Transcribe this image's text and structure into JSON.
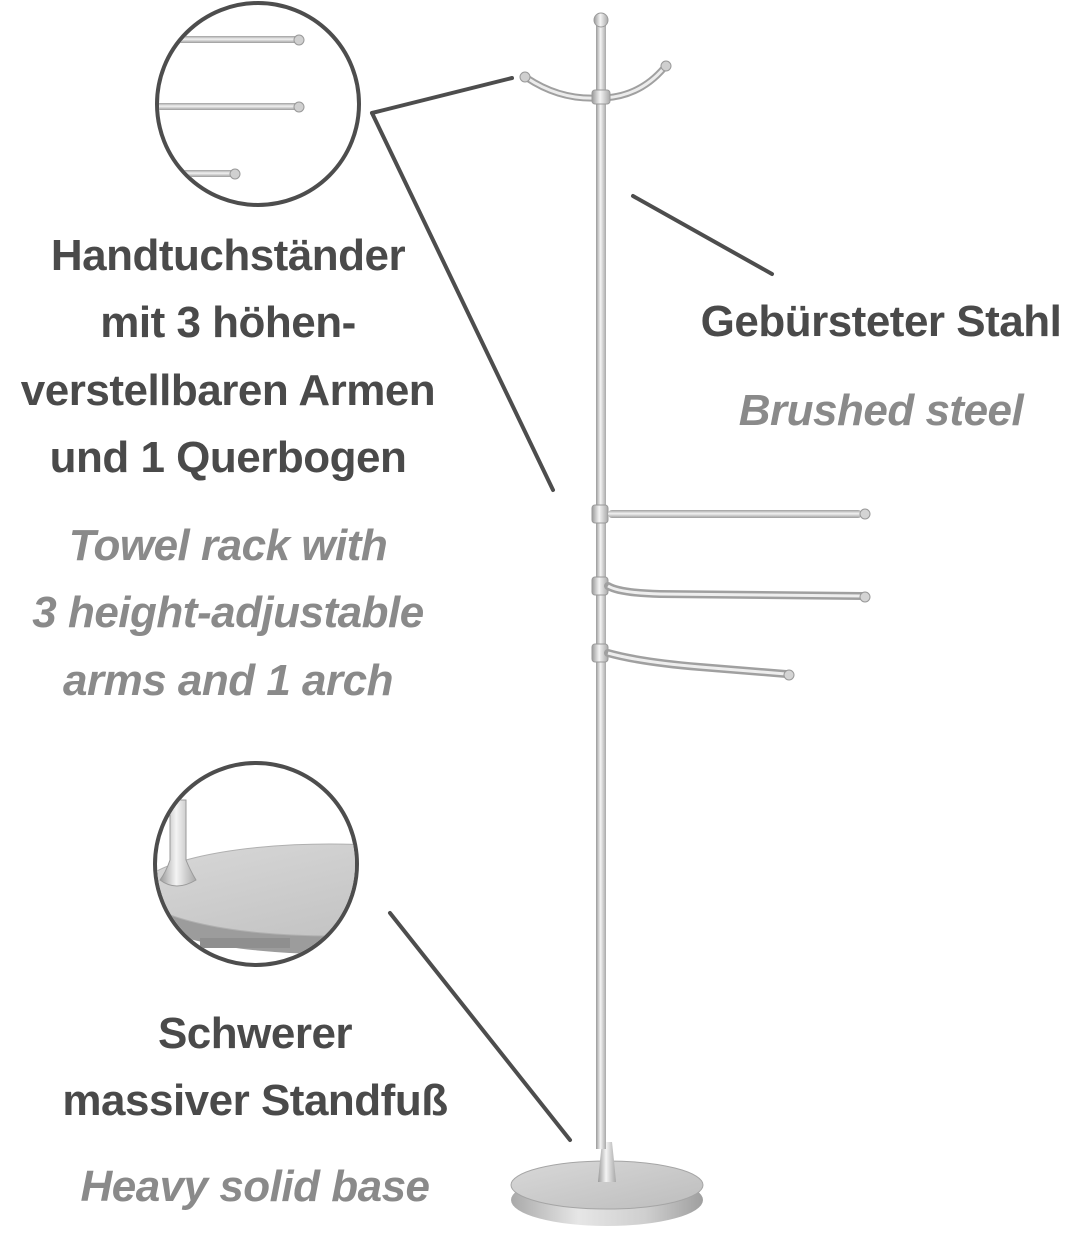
{
  "callouts": {
    "arms": {
      "de": [
        "Handtuchständer",
        "mit 3 höhen-",
        "verstellbaren Armen",
        "und 1 Querbogen"
      ],
      "en": [
        "Towel rack with",
        "3 height-adjustable",
        "arms and 1 arch"
      ]
    },
    "steel": {
      "de": [
        "Gebürsteter Stahl"
      ],
      "en": [
        "Brushed steel"
      ]
    },
    "base": {
      "de": [
        "Schwerer",
        "massiver Standfuß"
      ],
      "en": [
        "Heavy solid base"
      ]
    }
  },
  "colors": {
    "german_text": "#4a4a4a",
    "english_text": "#8a8a8a",
    "callout_line": "#4d4d4d",
    "steel": "#c9c9c9"
  },
  "icons": [
    "magnifier-circle-arms",
    "magnifier-circle-base",
    "towel-stand-illustration"
  ]
}
